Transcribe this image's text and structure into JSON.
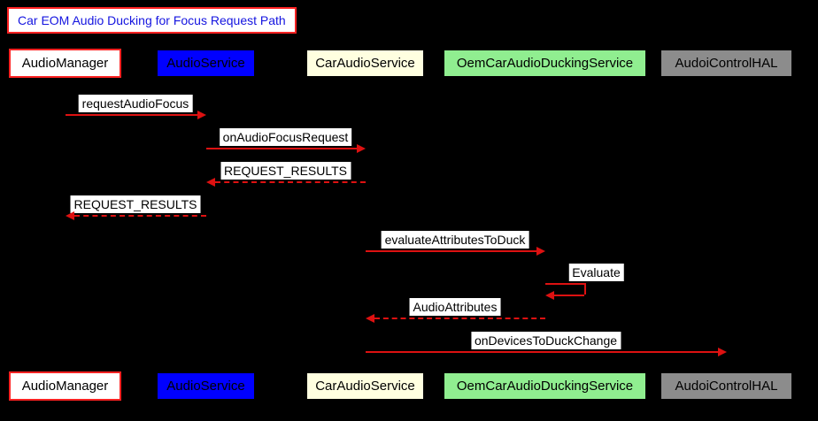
{
  "diagram": {
    "title": "Car EOM Audio Ducking for Focus Request Path",
    "participants": [
      {
        "name": "AudioManager",
        "bg": "#ffffff",
        "border": "#ff2222",
        "text": "#000000"
      },
      {
        "name": "AudioService",
        "bg": "#0000ff",
        "border": "#000000",
        "text": "#000000"
      },
      {
        "name": "CarAudioService",
        "bg": "#ffffe0",
        "border": "#000000",
        "text": "#000000"
      },
      {
        "name": "OemCarAudioDuckingService",
        "bg": "#90ee90",
        "border": "#000000",
        "text": "#000000"
      },
      {
        "name": "AudoiControlHAL",
        "bg": "#8c8c8c",
        "border": "#000000",
        "text": "#000000"
      }
    ],
    "messages": [
      {
        "label": "requestAudioFocus",
        "from": "AudioManager",
        "to": "AudioService",
        "line": "solid"
      },
      {
        "label": "onAudioFocusRequest",
        "from": "AudioService",
        "to": "CarAudioService",
        "line": "solid"
      },
      {
        "label": "REQUEST_RESULTS",
        "from": "CarAudioService",
        "to": "AudioService",
        "line": "dashed"
      },
      {
        "label": "REQUEST_RESULTS",
        "from": "AudioService",
        "to": "AudioManager",
        "line": "dashed"
      },
      {
        "label": "evaluateAttributesToDuck",
        "from": "CarAudioService",
        "to": "OemCarAudioDuckingService",
        "line": "solid"
      },
      {
        "label": "Evaluate",
        "from": "OemCarAudioDuckingService",
        "to": "OemCarAudioDuckingService",
        "line": "self"
      },
      {
        "label": "AudioAttributes",
        "from": "OemCarAudioDuckingService",
        "to": "CarAudioService",
        "line": "dashed"
      },
      {
        "label": "onDevicesToDuckChange",
        "from": "CarAudioService",
        "to": "AudoiControlHAL",
        "line": "solid"
      }
    ],
    "colors": {
      "background": "#000000",
      "arrow": "#dd1111",
      "title_text": "#1414e0",
      "title_bg": "#ffffff",
      "title_border": "#ff2222",
      "message_label_bg": "#ffffff",
      "message_label_text": "#000000"
    }
  }
}
